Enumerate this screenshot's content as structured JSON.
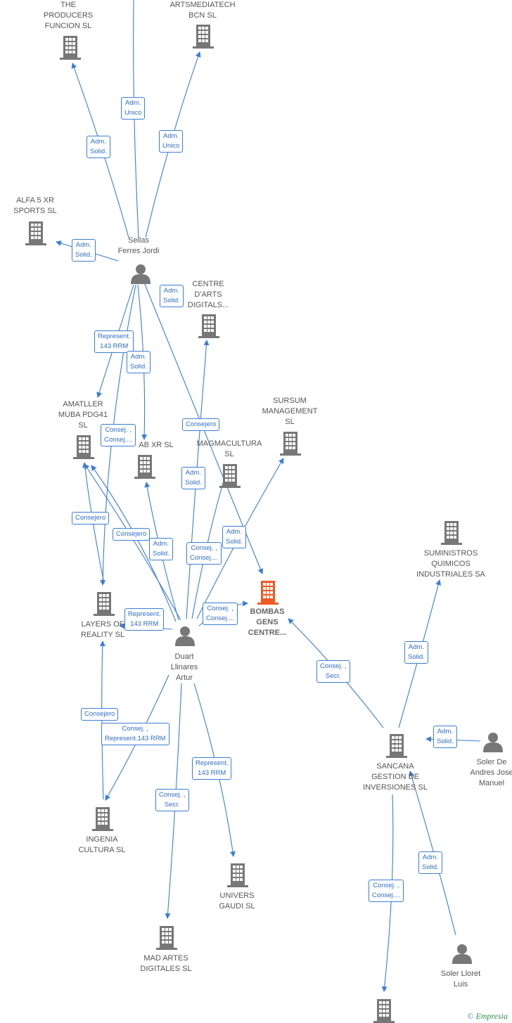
{
  "colors": {
    "edge": "#3b7ed4",
    "icon": "#777777",
    "focus": "#ee5a24",
    "text": "#555555"
  },
  "companies": [
    {
      "id": "producers",
      "lines": [
        "THE",
        "PRODUCERS",
        "FUNCION  SL"
      ]
    },
    {
      "id": "artsmedia",
      "lines": [
        "ARTSMEDIATECH",
        "BCN  SL"
      ]
    },
    {
      "id": "alfa5",
      "lines": [
        "ALFA 5 XR",
        "SPORTS  SL"
      ]
    },
    {
      "id": "centre",
      "lines": [
        "CENTRE",
        "D'ARTS",
        "DIGITALS..."
      ]
    },
    {
      "id": "sursum",
      "lines": [
        "SURSUM",
        "MANAGEMENT",
        "SL"
      ]
    },
    {
      "id": "amatller",
      "lines": [
        "AMATLLER",
        "MUBA PDG41",
        "SL"
      ]
    },
    {
      "id": "labxr",
      "lines": [
        "AB XR  SL"
      ]
    },
    {
      "id": "magma",
      "lines": [
        "MAGMACULTURA",
        "SL"
      ]
    },
    {
      "id": "suministros",
      "lines": [
        "SUMINISTROS",
        "QUIMICOS",
        "INDUSTRIALES SA"
      ]
    },
    {
      "id": "layers",
      "lines": [
        "LAYERS OF",
        "REALITY  SL"
      ]
    },
    {
      "id": "bombas",
      "lines": [
        "BOMBAS",
        "GENS",
        "CENTRE..."
      ]
    },
    {
      "id": "sancana",
      "lines": [
        "SANCANA",
        "GESTION DE",
        "INVERSIONES SL"
      ]
    },
    {
      "id": "ingenia",
      "lines": [
        "INGENIA",
        "CULTURA  SL"
      ]
    },
    {
      "id": "univers",
      "lines": [
        "UNIVERS",
        "GAUDI  SL"
      ]
    },
    {
      "id": "madartes",
      "lines": [
        "MAD ARTES",
        "DIGITALES  SL"
      ]
    },
    {
      "id": "bottom",
      "lines": []
    }
  ],
  "persons": [
    {
      "id": "sellas",
      "lines": [
        "Sellas",
        "Ferres Jordi"
      ]
    },
    {
      "id": "duart",
      "lines": [
        "Duart",
        "Llinares",
        "Artur"
      ]
    },
    {
      "id": "solerde",
      "lines": [
        "Soler De",
        "Andres Jose",
        "Manuel"
      ]
    },
    {
      "id": "solerll",
      "lines": [
        "Soler Lloret",
        "Luis"
      ]
    }
  ],
  "relations": [
    {
      "id": "r1",
      "lines": [
        "Adm.",
        "Unico"
      ]
    },
    {
      "id": "r2",
      "lines": [
        "Adm.",
        "Solid."
      ]
    },
    {
      "id": "r3",
      "lines": [
        "Adm.",
        "Unico"
      ]
    },
    {
      "id": "r4",
      "lines": [
        "Adm.",
        "Solid."
      ]
    },
    {
      "id": "r5",
      "lines": [
        "Adm.",
        "Solid."
      ]
    },
    {
      "id": "r6",
      "lines": [
        "Represent.",
        "143 RRM"
      ]
    },
    {
      "id": "r7",
      "lines": [
        "Adm.",
        "Solid."
      ]
    },
    {
      "id": "r8",
      "lines": [
        "Consejero"
      ]
    },
    {
      "id": "r9",
      "lines": [
        "Consej. ,",
        "Consej...."
      ]
    },
    {
      "id": "r10",
      "lines": [
        "Adm.",
        "Solid."
      ]
    },
    {
      "id": "r11",
      "lines": [
        "Consejero"
      ]
    },
    {
      "id": "r12",
      "lines": [
        "Consejero"
      ]
    },
    {
      "id": "r13",
      "lines": [
        "Adm.",
        "Solid."
      ]
    },
    {
      "id": "r14",
      "lines": [
        "Adm.",
        "Solid."
      ]
    },
    {
      "id": "r15",
      "lines": [
        "Consej. ,",
        "Consej...."
      ]
    },
    {
      "id": "r16",
      "lines": [
        "Represent.",
        "143 RRM"
      ]
    },
    {
      "id": "r17",
      "lines": [
        "Consej. ,",
        "Consej...."
      ]
    },
    {
      "id": "r18",
      "lines": [
        "Consej. ,",
        "Secr."
      ]
    },
    {
      "id": "r19",
      "lines": [
        "Adm.",
        "Solid."
      ]
    },
    {
      "id": "r20",
      "lines": [
        "Adm.",
        "Solid."
      ]
    },
    {
      "id": "r21",
      "lines": [
        "Consejero"
      ]
    },
    {
      "id": "r22",
      "lines": [
        "Consej. ,",
        "Represent.143 RRM"
      ]
    },
    {
      "id": "r23",
      "lines": [
        "Represent.",
        "143 RRM"
      ]
    },
    {
      "id": "r24",
      "lines": [
        "Consej. ,",
        "Secr."
      ]
    },
    {
      "id": "r25",
      "lines": [
        "Adm.",
        "Solid."
      ]
    },
    {
      "id": "r26",
      "lines": [
        "Consej. ,",
        "Consej...."
      ]
    }
  ],
  "footer": {
    "copyright": "©",
    "brand": "Empresia"
  }
}
